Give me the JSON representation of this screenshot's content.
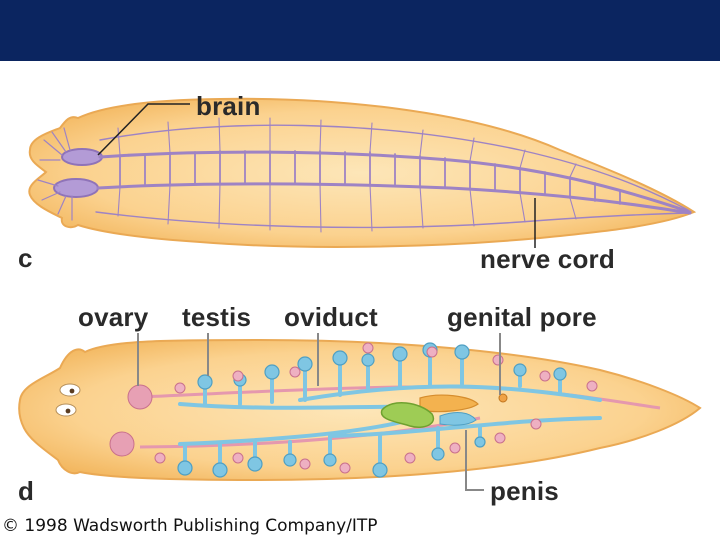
{
  "colors": {
    "banner": "#0b2560",
    "body_fill": "#fcd79a",
    "body_edge": "#f3b861",
    "nerve": "#9e83c4",
    "testis": "#7fc6e3",
    "ovary": "#e7a0b4",
    "penis": "#9ecc55",
    "genital_pore": "#f0a246"
  },
  "panel_c": {
    "letter": "c",
    "labels": {
      "brain": "brain",
      "nerve_cord": "nerve cord"
    }
  },
  "panel_d": {
    "letter": "d",
    "labels": {
      "ovary": "ovary",
      "testis": "testis",
      "oviduct": "oviduct",
      "genital_pore": "genital pore",
      "penis": "penis"
    }
  },
  "copyright": "© 1998 Wadsworth Publishing Company/ITP"
}
